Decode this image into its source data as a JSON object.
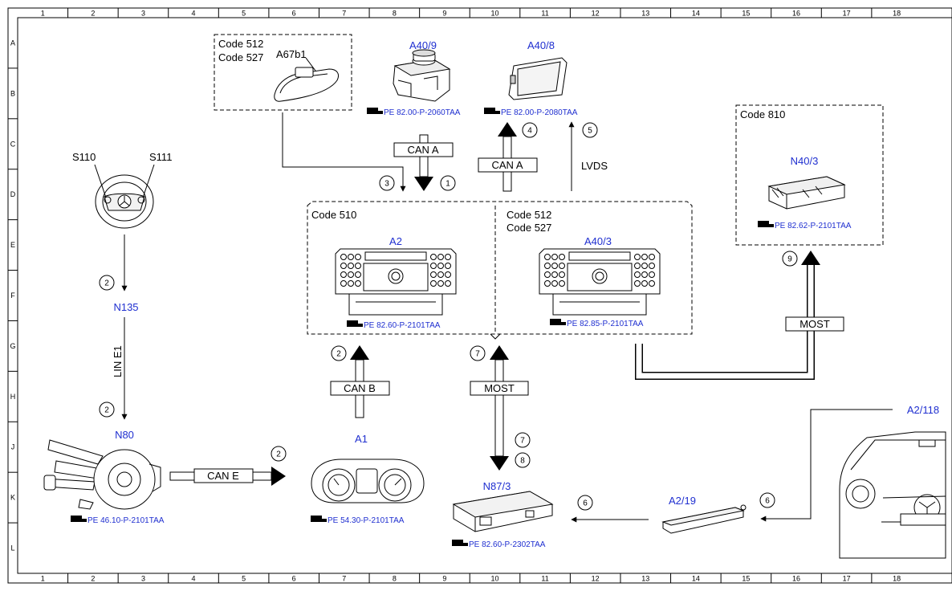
{
  "grid": {
    "columns": [
      "1",
      "2",
      "3",
      "4",
      "5",
      "6",
      "7",
      "8",
      "9",
      "10",
      "11",
      "12",
      "13",
      "14",
      "15",
      "16",
      "17",
      "18"
    ],
    "rows": [
      "A",
      "B",
      "C",
      "D",
      "E",
      "F",
      "G",
      "H",
      "J",
      "K",
      "L"
    ]
  },
  "codes": {
    "code512_top": "Code 512",
    "code527_top": "Code 527",
    "code510": "Code 510",
    "code512_mid": "Code 512",
    "code527_mid": "Code 527",
    "code810": "Code 810"
  },
  "components": {
    "a67b1": "A67b1",
    "a40_9": "A40/9",
    "a40_8": "A40/8",
    "s110": "S110",
    "s111": "S111",
    "n40_3": "N40/3",
    "a2": "A2",
    "a40_3": "A40/3",
    "n135": "N135",
    "n80": "N80",
    "a1": "A1",
    "n87_3": "N87/3",
    "a2_19": "A2/19",
    "a2_118": "A2/118"
  },
  "references": {
    "a40_9": "PE 82.00-P-2060TAA",
    "a40_8": "PE 82.00-P-2080TAA",
    "n40_3": "PE 82.62-P-2101TAA",
    "a2": "PE 82.60-P-2101TAA",
    "a40_3": "PE 82.85-P-2101TAA",
    "n80": "PE 46.10-P-2101TAA",
    "a1": "PE 54.30-P-2101TAA",
    "n87_3": "PE 82.60-P-2302TAA"
  },
  "buses": {
    "can_a_left": "CAN A",
    "can_a_right": "CAN A",
    "lvds": "LVDS",
    "most_right": "MOST",
    "can_b": "CAN B",
    "most_mid": "MOST",
    "lin_e1": "LIN E1",
    "can_e": "CAN E"
  },
  "step_numbers": {
    "c1": "1",
    "c2_steer": "2",
    "c2_n80": "2",
    "c2_cane": "2",
    "c2_canb": "2",
    "c3": "3",
    "c4": "4",
    "c5": "5",
    "c6_a": "6",
    "c6_b": "6",
    "c7_top": "7",
    "c7_bot": "7",
    "c8": "8",
    "c9": "9"
  }
}
